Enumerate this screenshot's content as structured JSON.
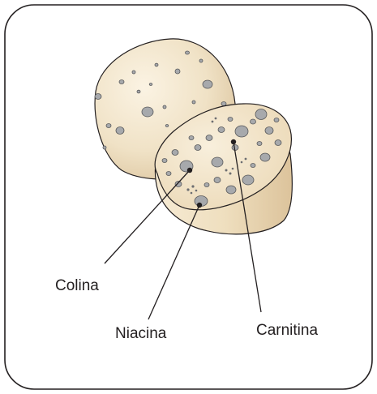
{
  "labels": {
    "colina": "Colina",
    "niacina": "Niacina",
    "carnitina": "Carnitina"
  },
  "colors": {
    "border": "#231f20",
    "tablet_fill": "#f0e2c6",
    "tablet_shadow": "#e3cfaa",
    "pit_fill": "#a7a9ac",
    "pit_dark": "#6d6e71",
    "leader_line": "#231f20"
  }
}
